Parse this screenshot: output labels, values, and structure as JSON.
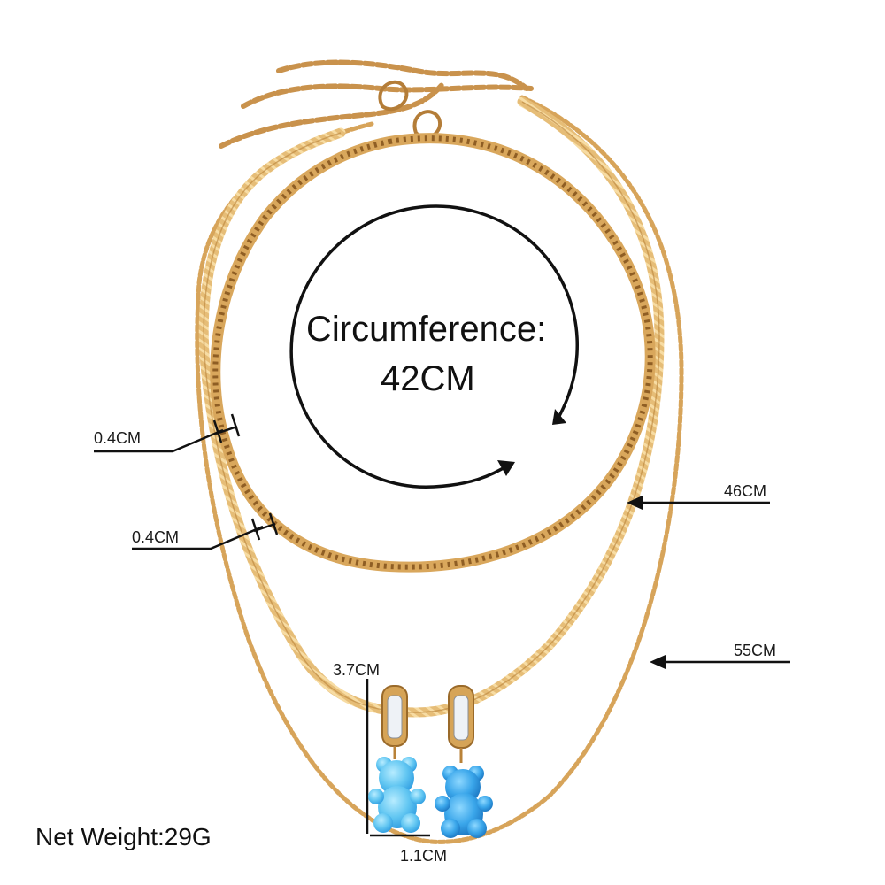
{
  "colors": {
    "gold_light": "#f2d08f",
    "gold": "#d9a75c",
    "gold_dark": "#a8742e",
    "bear_light": "#7fd3f5",
    "bear": "#37a8e6",
    "bear_dark": "#1e7fc4",
    "annotation": "#111111"
  },
  "circumference": {
    "line1": "Circumference:",
    "line2": "42CM"
  },
  "labels": {
    "chain_width_top": "0.4CM",
    "chain_width_bottom": "0.4CM",
    "length_middle": "46CM",
    "length_long": "55CM",
    "pendant_height": "3.7CM",
    "pendant_width": "1.1CM"
  },
  "net_weight": "Net Weight:29G"
}
